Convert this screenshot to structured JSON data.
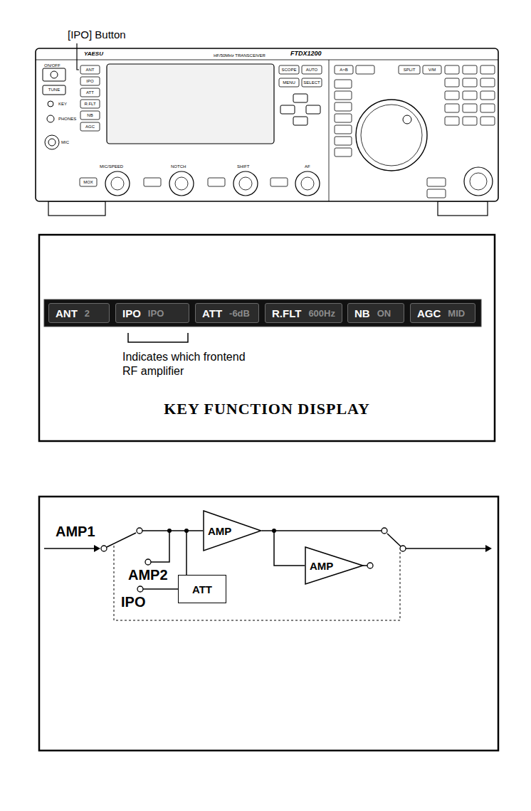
{
  "diagram": {
    "nodes": [
      {
        "text": [
          "ANT",
          "2"
        ]
      },
      {
        "text": [
          "IPO",
          "IPO"
        ]
      },
      {
        "text": [
          "ATT",
          "-6dB"
        ]
      },
      {
        "text": [
          "R.FLT",
          "600Hz"
        ]
      },
      {
        "text": [
          "NB",
          "ON"
        ]
      },
      {
        "text": [
          "AGC",
          "MID"
        ]
      },
      {
        "text": [
          "AMP"
        ]
      },
      {
        "text": [
          "AMP"
        ]
      },
      {
        "text": [
          "ATT"
        ]
      }
    ],
    "edges": [
      {
        "from": 6,
        "to": 7,
        "arrow": "none"
      },
      {
        "from": 8,
        "to": 6,
        "arrow": "none"
      }
    ],
    "labels": [
      "YAESU",
      "HF/50MHz TRANSCEIVER",
      "FTDX1200",
      "ON/OFF",
      "TUNE",
      "KEY",
      "PHONES",
      "MIC",
      "ANT",
      "IPO",
      "ATT",
      "R.FLT",
      "NB",
      "AGC",
      "SCOPE",
      "AUTO",
      "MENU",
      "SELECT",
      "A>B",
      "SPLIT",
      "V/M",
      "MIC/SPEED",
      "NOTCH",
      "SHIFT",
      "AF",
      "MOX",
      "[IPO] Button",
      "Indicates which frontend RF amplifier",
      "KEY FUNCTION DISPLAY",
      "AMP1",
      "AMP2",
      "IPO"
    ]
  }
}
